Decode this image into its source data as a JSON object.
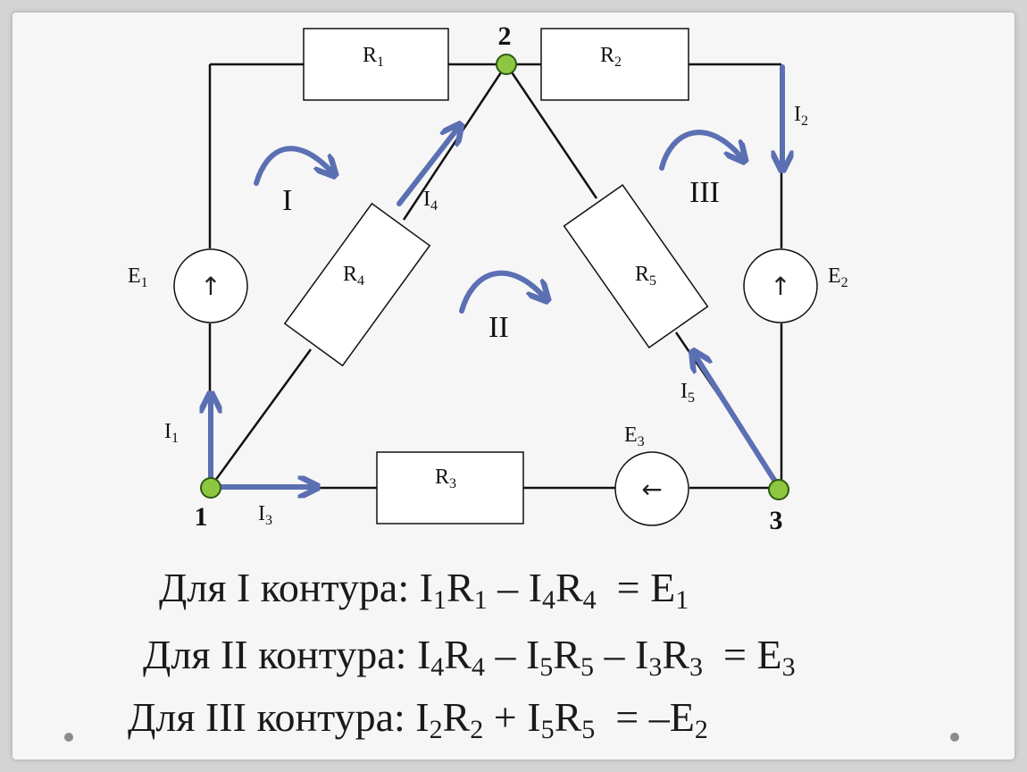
{
  "colors": {
    "wire": "#111111",
    "arrow": "#5b6fb3",
    "node_fill": "#8ec641",
    "node_stroke": "#2d5a12",
    "text": "#1a1a1a"
  },
  "circuit": {
    "nodes": {
      "n1": "1",
      "n2": "2",
      "n3": "3"
    },
    "resistors": {
      "r1": {
        "base": "R",
        "sub": "1"
      },
      "r2": {
        "base": "R",
        "sub": "2"
      },
      "r3": {
        "base": "R",
        "sub": "3"
      },
      "r4": {
        "base": "R",
        "sub": "4"
      },
      "r5": {
        "base": "R",
        "sub": "5"
      }
    },
    "sources": {
      "e1": {
        "base": "E",
        "sub": "1",
        "arrow": "↑"
      },
      "e2": {
        "base": "E",
        "sub": "2",
        "arrow": "↑"
      },
      "e3": {
        "base": "E",
        "sub": "3",
        "arrow": "←"
      }
    },
    "currents": {
      "i1": {
        "base": "I",
        "sub": "1"
      },
      "i2": {
        "base": "I",
        "sub": "2"
      },
      "i3": {
        "base": "I",
        "sub": "3"
      },
      "i4": {
        "base": "I",
        "sub": "4"
      },
      "i5": {
        "base": "I",
        "sub": "5"
      }
    },
    "loops": {
      "loop1": "I",
      "loop2": "II",
      "loop3": "III"
    }
  },
  "equations": {
    "eq1": {
      "prefix": "Для I контура: ",
      "terms": [
        {
          "b": "I",
          "s": "1"
        },
        {
          "b": "R",
          "s": "1"
        },
        {
          "b": " – ",
          "s": ""
        },
        {
          "b": "I",
          "s": "4"
        },
        {
          "b": "R",
          "s": "4"
        },
        {
          "b": "  = ",
          "s": ""
        },
        {
          "b": "E",
          "s": "1"
        }
      ]
    },
    "eq2": {
      "prefix": "Для II контура: ",
      "terms": [
        {
          "b": "I",
          "s": "4"
        },
        {
          "b": "R",
          "s": "4"
        },
        {
          "b": " – ",
          "s": ""
        },
        {
          "b": "I",
          "s": "5"
        },
        {
          "b": "R",
          "s": "5"
        },
        {
          "b": " – ",
          "s": ""
        },
        {
          "b": "I",
          "s": "3"
        },
        {
          "b": "R",
          "s": "3"
        },
        {
          "b": "  = ",
          "s": ""
        },
        {
          "b": "E",
          "s": "3"
        }
      ]
    },
    "eq3": {
      "prefix": "Для III контура: ",
      "terms": [
        {
          "b": "I",
          "s": "2"
        },
        {
          "b": "R",
          "s": "2"
        },
        {
          "b": " + ",
          "s": ""
        },
        {
          "b": "I",
          "s": "5"
        },
        {
          "b": "R",
          "s": "5"
        },
        {
          "b": "  = –",
          "s": ""
        },
        {
          "b": "E",
          "s": "2"
        }
      ]
    }
  }
}
